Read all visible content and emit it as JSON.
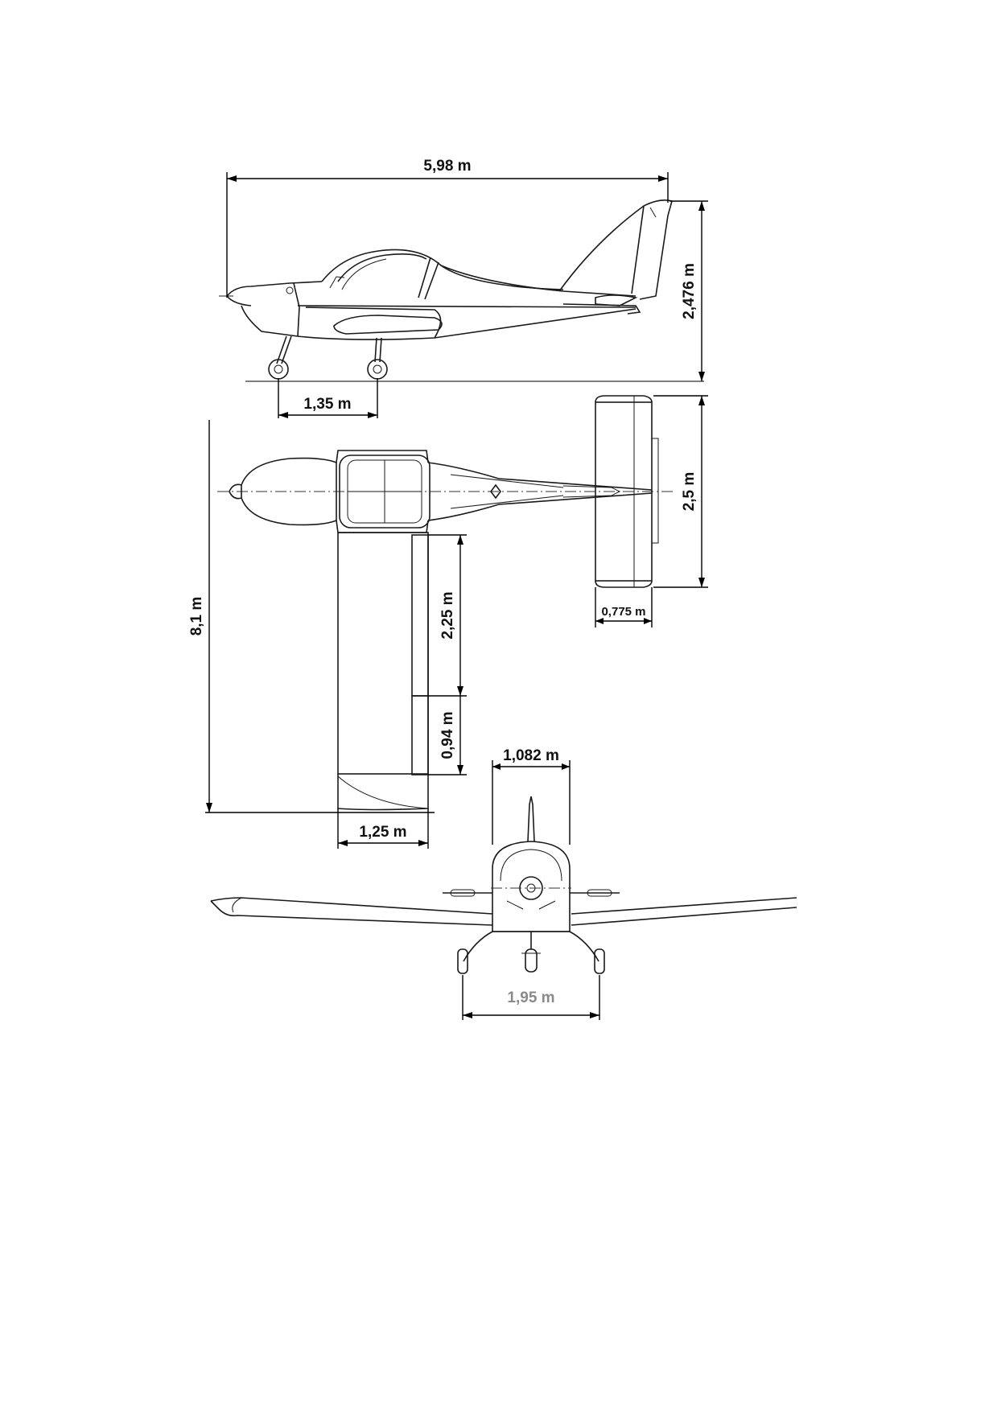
{
  "dimensions": {
    "overall_length": "5,98 m",
    "height": "2,476 m",
    "wheelbase": "1,35 m",
    "tailplane_span": "2,5 m",
    "tailplane_chord": "0,775 m",
    "wingspan": "8,1 m",
    "inner_flap_span": "2,25 m",
    "outer_span": "0,94 m",
    "wing_chord": "1,25 m",
    "fuselage_width": "1,082 m",
    "track": "1,95 m"
  },
  "colors": {
    "line": "#1a1a1a",
    "track_label": "#8a8a8a"
  }
}
